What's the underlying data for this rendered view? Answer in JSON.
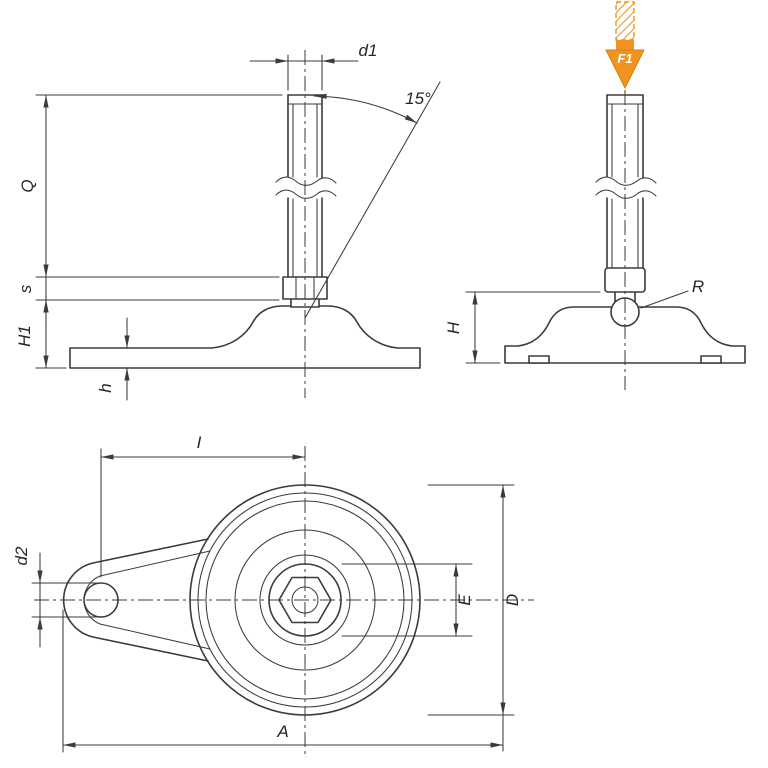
{
  "labels": {
    "d1": "d1",
    "angle": "15°",
    "Q": "Q",
    "s": "s",
    "H1": "H1",
    "h": "h",
    "F1": "F1",
    "R": "R",
    "H": "H",
    "I": "I",
    "d2": "d2",
    "E": "E",
    "D": "D",
    "A": "A"
  },
  "colors": {
    "line": "#3b3b3b",
    "accent_orange": "#f0931f",
    "accent_orange_dark": "#d87f12",
    "section_teal": "#aed8d6",
    "background": "#ffffff"
  }
}
